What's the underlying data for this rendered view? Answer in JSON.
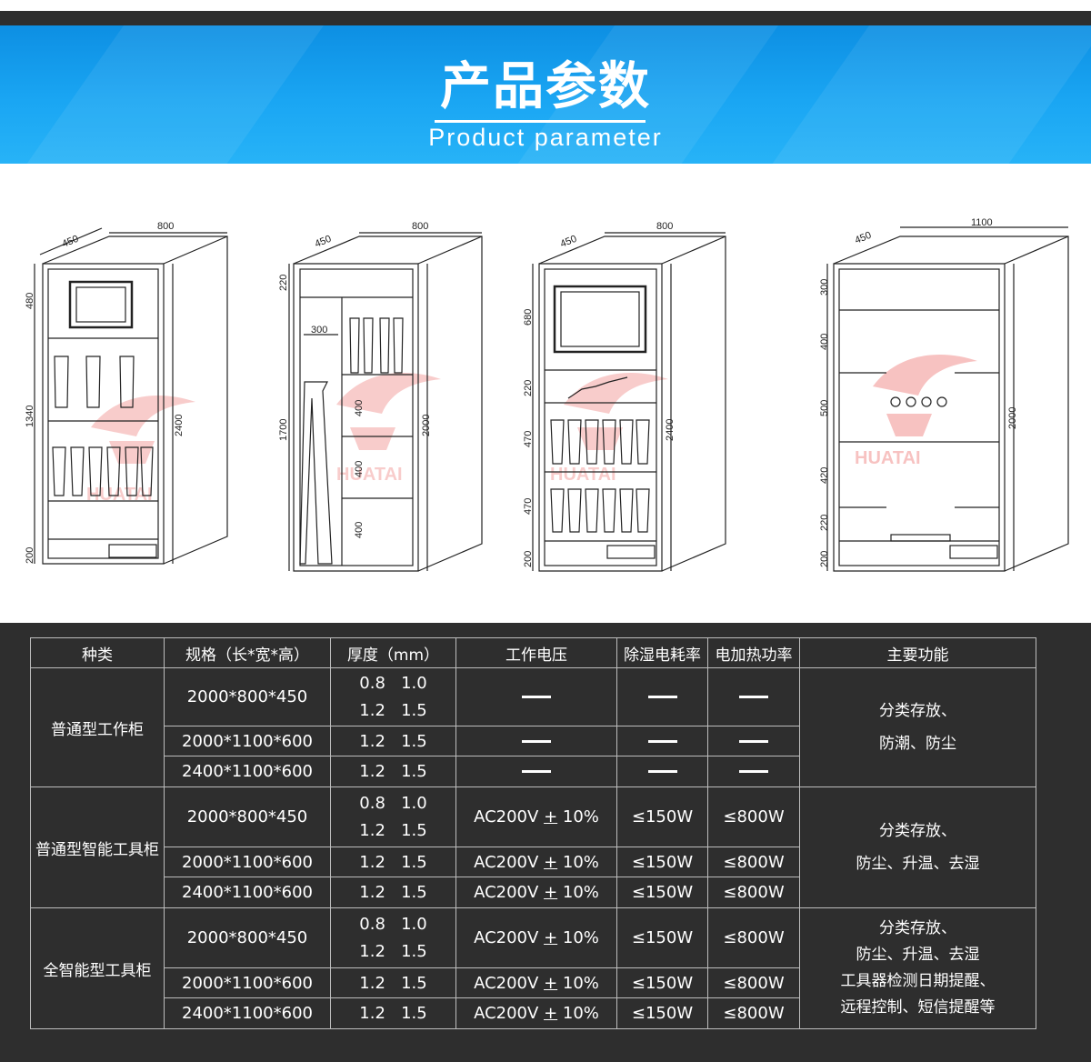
{
  "header": {
    "title_cn": "产品参数",
    "title_en": "Product parameter",
    "color": "#1aa6f3"
  },
  "drawings": {
    "brand_text": "HUATAI",
    "cabinet_1": {
      "top_width": "800",
      "depth": "450",
      "height": "2400",
      "seg1": "480",
      "seg2": "1340",
      "seg3": "200"
    },
    "cabinet_2": {
      "top_width": "800",
      "depth": "450",
      "height": "2000",
      "seg1": "220",
      "seg2": "1700",
      "inner": "300",
      "s1": "400",
      "s2": "400",
      "s3": "400"
    },
    "cabinet_3": {
      "top_width": "800",
      "depth": "450",
      "height": "2400",
      "seg1": "680",
      "seg2": "220",
      "seg3": "470",
      "seg4": "470",
      "seg5": "200"
    },
    "cabinet_4": {
      "top_width": "1100",
      "depth": "450",
      "height": "2000",
      "seg1": "300",
      "seg2": "400",
      "seg3": "500",
      "seg4": "420",
      "seg5": "220",
      "seg6": "200"
    }
  },
  "table": {
    "headers": [
      "种类",
      "规格（长*宽*高）",
      "厚度（mm）",
      "工作电压",
      "除湿电耗率",
      "电加热功率",
      "主要功能"
    ],
    "groups": [
      {
        "type": "普通型工作柜",
        "rows": [
          {
            "spec": "2000*800*450",
            "thk1": "0.8   1.0",
            "thk2": "1.2   1.5"
          },
          {
            "spec": "2000*1100*600",
            "thk1": "1.2   1.5"
          },
          {
            "spec": "2400*1100*600",
            "thk1": "1.2   1.5"
          }
        ],
        "func": [
          "分类存放、",
          "防潮、防尘"
        ]
      },
      {
        "type": "普通型智能工具柜",
        "rows": [
          {
            "spec": "2000*800*450",
            "thk1": "0.8   1.0",
            "thk2": "1.2   1.5",
            "volt": "AC200V",
            "pm": "+",
            "pct": "10%",
            "dehum": "≤150W",
            "heat": "≤800W"
          },
          {
            "spec": "2000*1100*600",
            "thk1": "1.2   1.5",
            "volt": "AC200V",
            "pm": "+",
            "pct": "10%",
            "dehum": "≤150W",
            "heat": "≤800W"
          },
          {
            "spec": "2400*1100*600",
            "thk1": "1.2   1.5",
            "volt": "AC200V",
            "pm": "+",
            "pct": "10%",
            "dehum": "≤150W",
            "heat": "≤800W"
          }
        ],
        "func": [
          "分类存放、",
          "防尘、升温、去湿"
        ]
      },
      {
        "type": "全智能型工具柜",
        "rows": [
          {
            "spec": "2000*800*450",
            "thk1": "0.8   1.0",
            "thk2": "1.2   1.5",
            "volt": "AC200V",
            "pm": "+",
            "pct": "10%",
            "dehum": "≤150W",
            "heat": "≤800W"
          },
          {
            "spec": "2000*1100*600",
            "thk1": "1.2   1.5",
            "volt": "AC200V",
            "pm": "+",
            "pct": "10%",
            "dehum": "≤150W",
            "heat": "≤800W"
          },
          {
            "spec": "2400*1100*600",
            "thk1": "1.2   1.5",
            "volt": "AC200V",
            "pm": "+",
            "pct": "10%",
            "dehum": "≤150W",
            "heat": "≤800W"
          }
        ],
        "func": [
          "分类存放、",
          "防尘、升温、去湿",
          "工具器检测日期提醒、",
          "远程控制、短信提醒等"
        ]
      }
    ]
  }
}
